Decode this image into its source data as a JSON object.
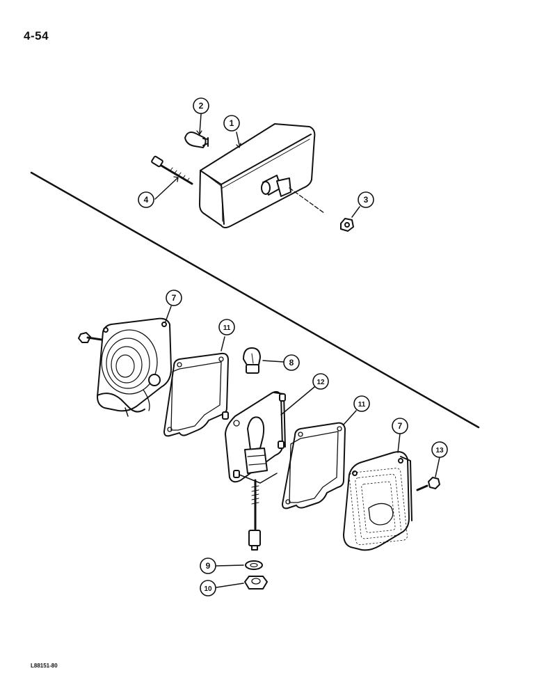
{
  "page_number": "4-54",
  "figure_code": "L88151-80",
  "callouts": {
    "c1": "1",
    "c2": "2",
    "c3": "3",
    "c4": "4",
    "c7a": "7",
    "c7b": "7",
    "c8": "8",
    "c9": "9",
    "c10": "10",
    "c11a": "11",
    "c11b": "11",
    "c12": "12",
    "c13": "13"
  },
  "colors": {
    "ink": "#111111",
    "paper": "#ffffff"
  }
}
